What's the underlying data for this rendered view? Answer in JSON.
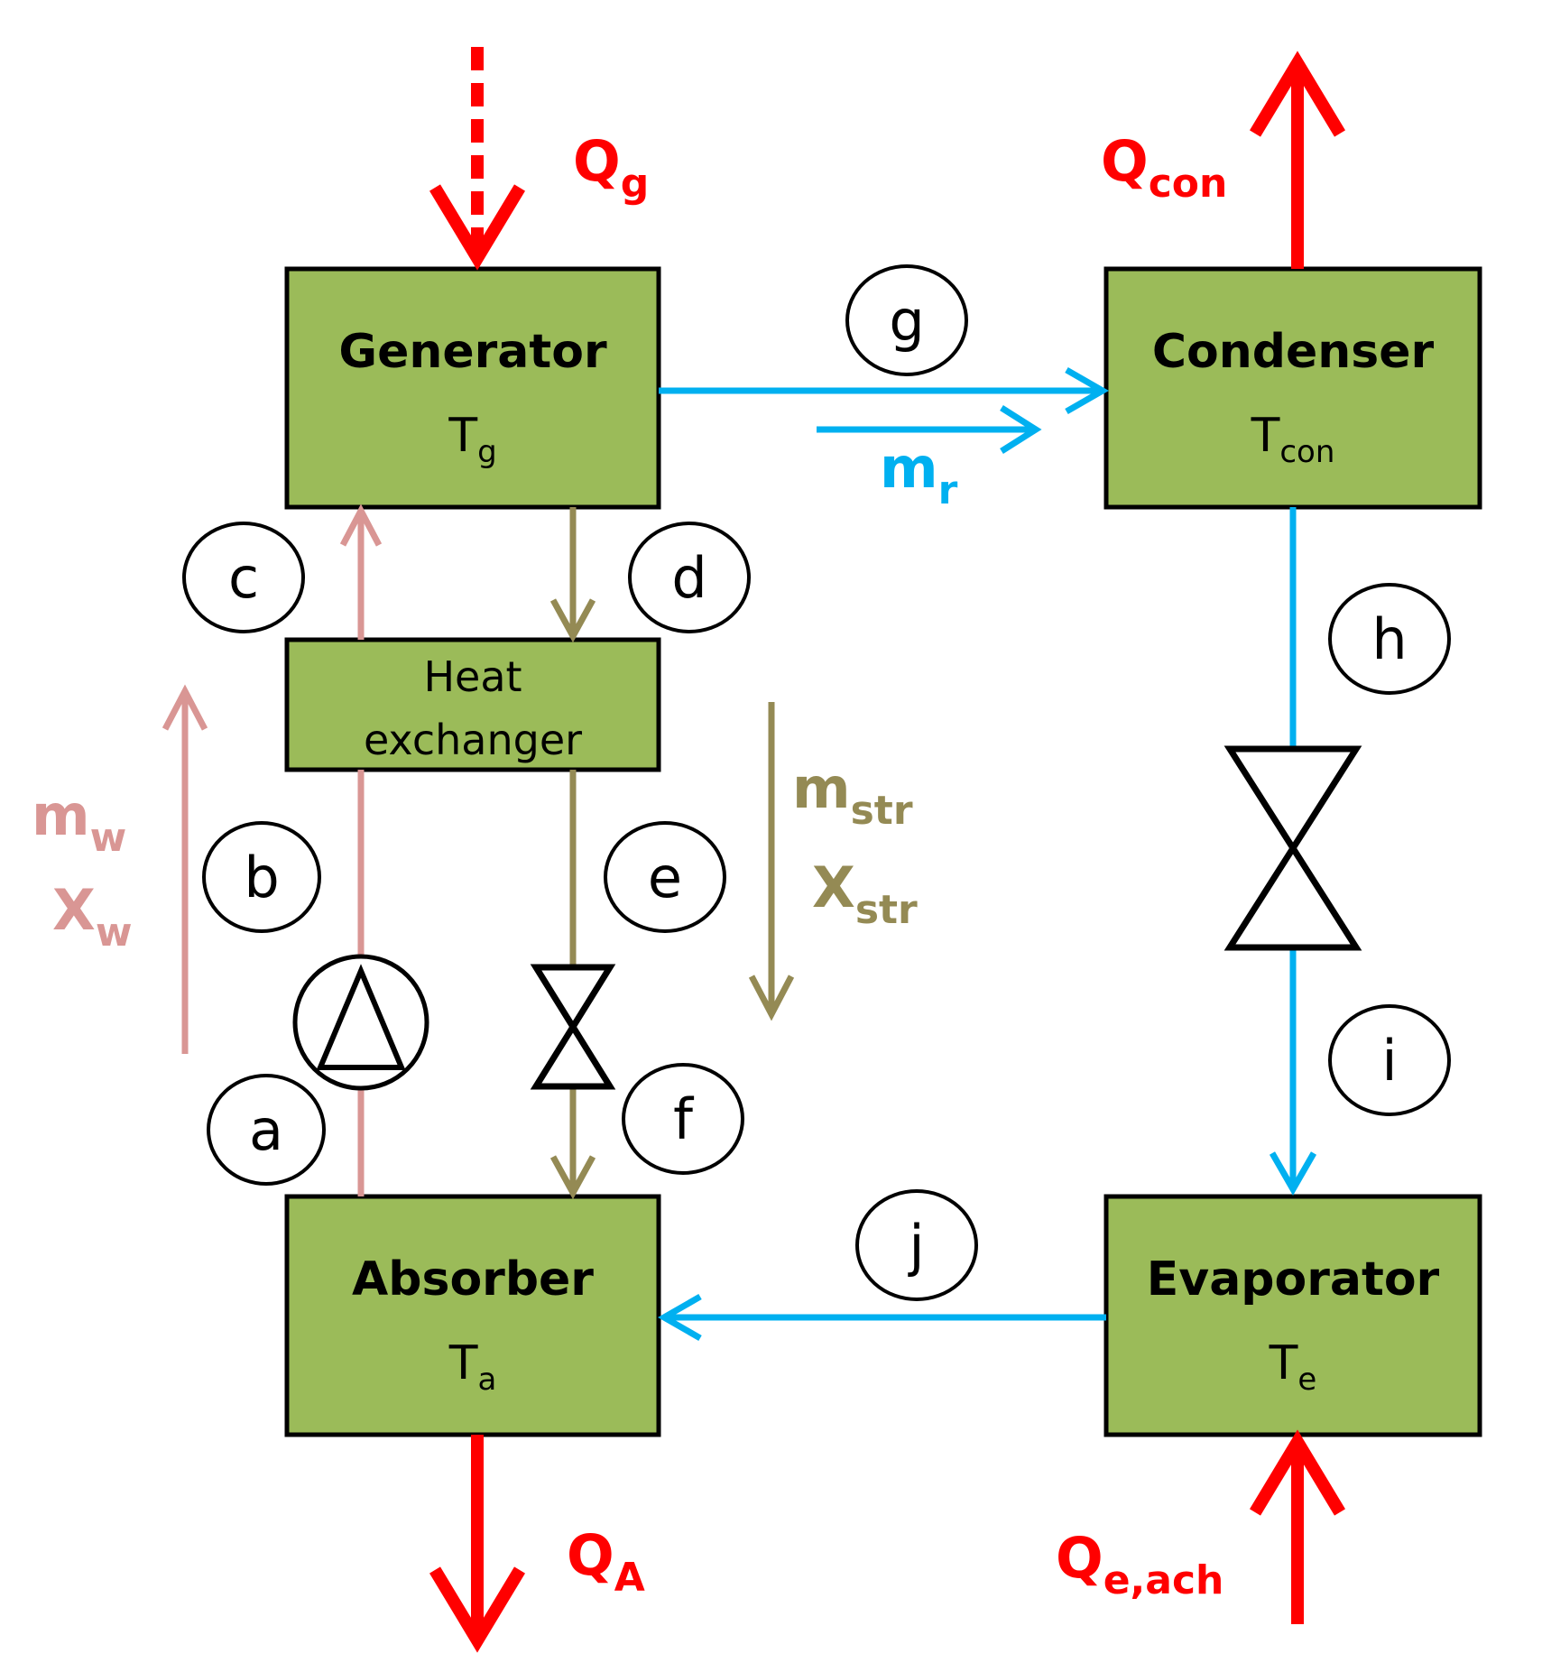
{
  "blocks": {
    "generator": {
      "title": "Generator",
      "temp_main": "T",
      "temp_sub": "g"
    },
    "condenser": {
      "title": "Condenser",
      "temp_main": "T",
      "temp_sub": "con"
    },
    "heat_exchanger": {
      "line1": "Heat",
      "line2": "exchanger"
    },
    "absorber": {
      "title": "Absorber",
      "temp_main": "T",
      "temp_sub": "a"
    },
    "evaporator": {
      "title": "Evaporator",
      "temp_main": "T",
      "temp_sub": "e"
    }
  },
  "nodes": {
    "a": "a",
    "b": "b",
    "c": "c",
    "d": "d",
    "e": "e",
    "f": "f",
    "g": "g",
    "h": "h",
    "i": "i",
    "j": "j"
  },
  "heat_flows": {
    "generator": {
      "main": "Q",
      "sub": "g"
    },
    "condenser": {
      "main": "Q",
      "sub": "con"
    },
    "absorber": {
      "main": "Q",
      "sub": "A"
    },
    "evaporator": {
      "main": "Q",
      "sub": "e,ach"
    }
  },
  "mass_flows": {
    "refrigerant": {
      "main": "m",
      "sub": "r"
    },
    "weak_mass": {
      "main": "m",
      "sub": "w"
    },
    "weak_conc": {
      "main": "X",
      "sub": "w"
    },
    "strong_mass": {
      "main": "m",
      "sub": "str"
    },
    "strong_conc": {
      "main": "X",
      "sub": "str"
    }
  },
  "colors": {
    "block_fill": "#9bbb59",
    "heat": "#ff0000",
    "refrigerant": "#00b0f0",
    "weak_solution": "#d99694",
    "strong_solution": "#948a54"
  }
}
